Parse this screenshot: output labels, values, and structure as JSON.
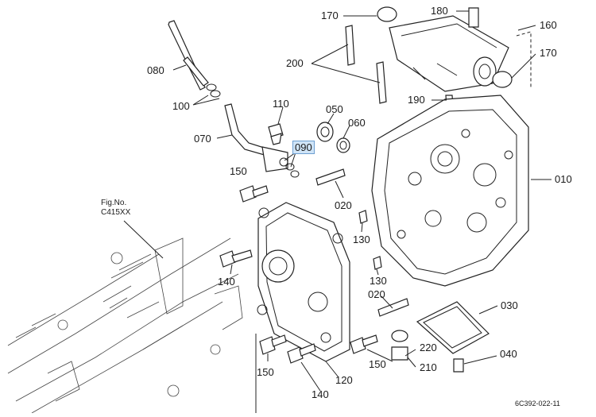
{
  "diagram": {
    "highlighted": "090",
    "reference": {
      "line1": "Fig.No.",
      "line2": "C415XX"
    },
    "drawing_id": "6C392-022-11",
    "callouts": [
      {
        "key": "c080",
        "text": "080"
      },
      {
        "key": "c100",
        "text": "100"
      },
      {
        "key": "c070",
        "text": "070"
      },
      {
        "key": "c110",
        "text": "110"
      },
      {
        "key": "c090",
        "text": "090"
      },
      {
        "key": "c050",
        "text": "050"
      },
      {
        "key": "c060",
        "text": "060"
      },
      {
        "key": "c170a",
        "text": "170"
      },
      {
        "key": "c180",
        "text": "180"
      },
      {
        "key": "c160",
        "text": "160"
      },
      {
        "key": "c170b",
        "text": "170"
      },
      {
        "key": "c200",
        "text": "200"
      },
      {
        "key": "c190",
        "text": "190"
      },
      {
        "key": "c010",
        "text": "010"
      },
      {
        "key": "c150a",
        "text": "150"
      },
      {
        "key": "c020a",
        "text": "020"
      },
      {
        "key": "c130a",
        "text": "130"
      },
      {
        "key": "c130b",
        "text": "130"
      },
      {
        "key": "c140a",
        "text": "140"
      },
      {
        "key": "c020b",
        "text": "020"
      },
      {
        "key": "c030",
        "text": "030"
      },
      {
        "key": "c220",
        "text": "220"
      },
      {
        "key": "c040",
        "text": "040"
      },
      {
        "key": "c150b",
        "text": "150"
      },
      {
        "key": "c150c",
        "text": "150"
      },
      {
        "key": "c210",
        "text": "210"
      },
      {
        "key": "c120",
        "text": "120"
      },
      {
        "key": "c140b",
        "text": "140"
      }
    ]
  }
}
